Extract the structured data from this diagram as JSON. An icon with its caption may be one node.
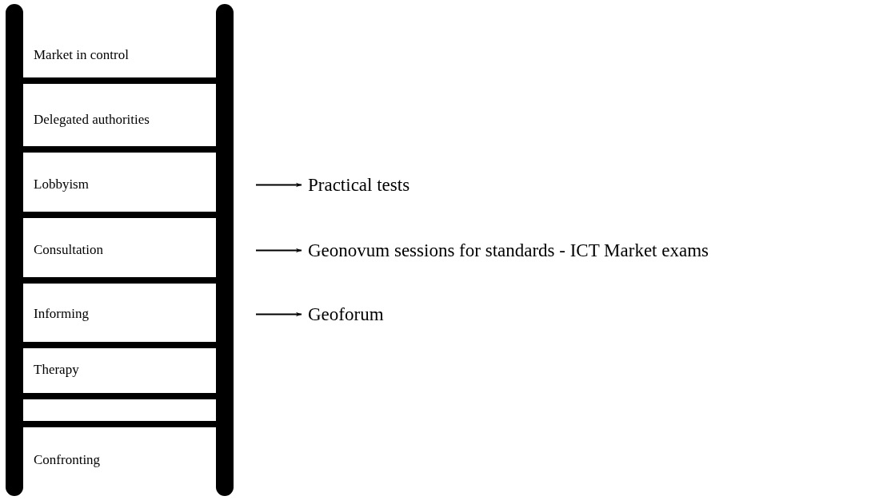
{
  "diagram": {
    "nodes": [
      {
        "text": [
          "Market in control"
        ]
      },
      {
        "text": [
          "Delegated authorities"
        ]
      },
      {
        "text": [
          "Lobbyism"
        ]
      },
      {
        "text": [
          "Consultation"
        ]
      },
      {
        "text": [
          "Informing"
        ]
      },
      {
        "text": [
          "Therapy"
        ]
      },
      {
        "text": [
          "Confronting"
        ]
      },
      {
        "text": [
          "Practical tests"
        ]
      },
      {
        "text": [
          "Geonovum sessions for standards - ICT Market exams"
        ]
      },
      {
        "text": [
          "Geoforum"
        ]
      }
    ],
    "edges": [
      {
        "from": null,
        "to": 7,
        "arrow": "to"
      },
      {
        "from": null,
        "to": 8,
        "arrow": "to"
      },
      {
        "from": null,
        "to": 9,
        "arrow": "to"
      }
    ]
  }
}
